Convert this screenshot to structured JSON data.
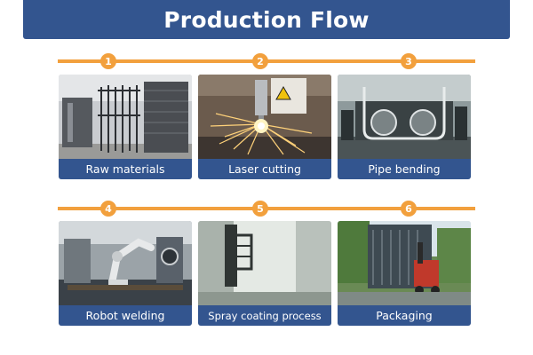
{
  "banner": {
    "title": "Production Flow"
  },
  "steps": [
    {
      "number": "1",
      "label": "Raw materials"
    },
    {
      "number": "2",
      "label": "Laser cutting"
    },
    {
      "number": "3",
      "label": "Pipe bending"
    },
    {
      "number": "4",
      "label": "Robot welding"
    },
    {
      "number": "5",
      "label": "Spray coating process"
    },
    {
      "number": "6",
      "label": "Packaging"
    }
  ],
  "colors": {
    "banner": "#33558f",
    "accent": "#f2a03d",
    "caption": "#33558f"
  }
}
